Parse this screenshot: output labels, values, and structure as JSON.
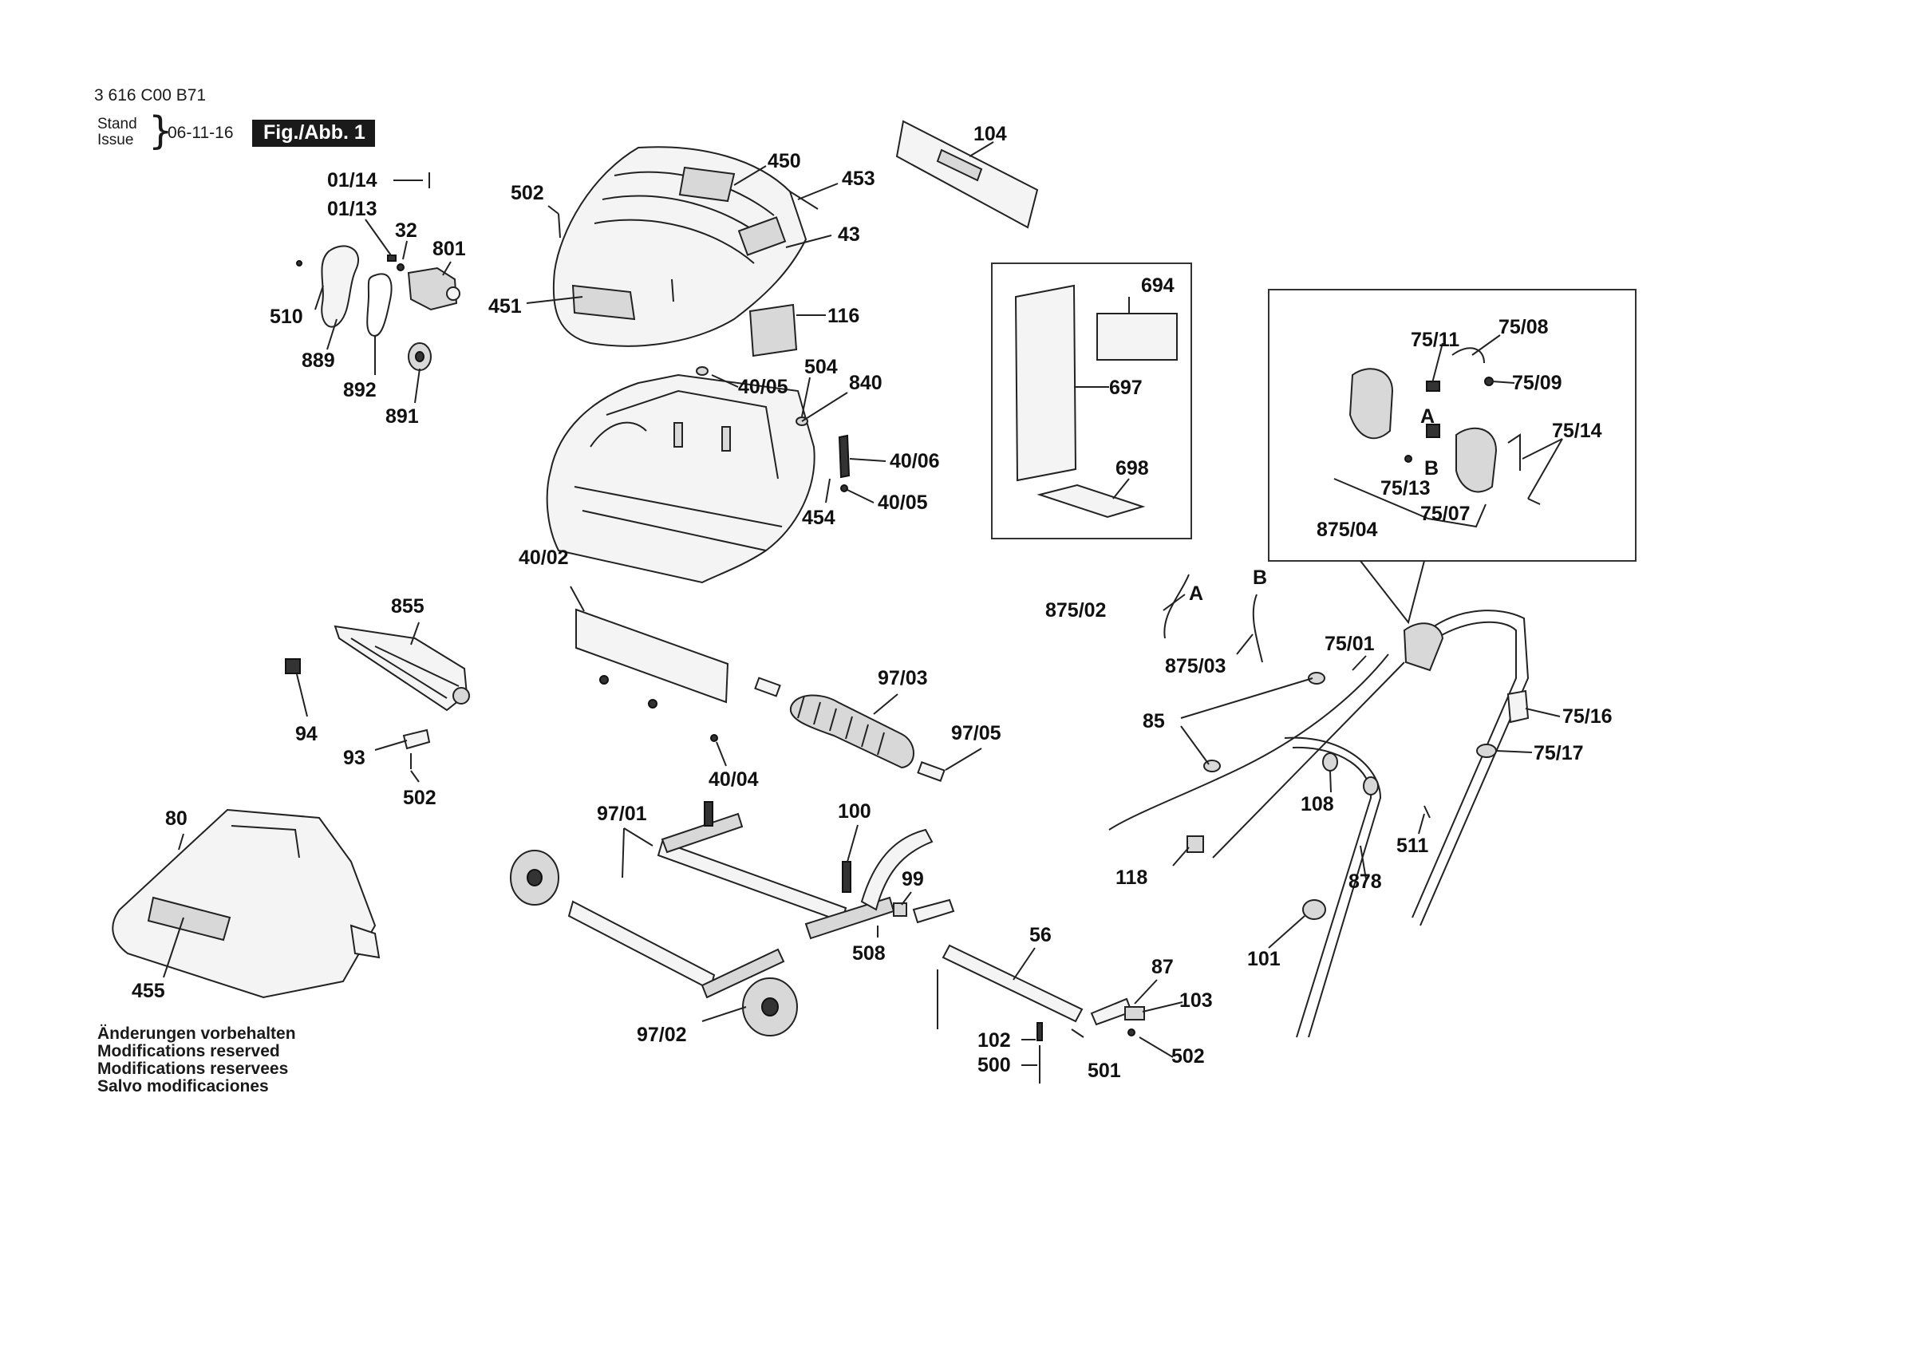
{
  "header": {
    "doc_number": "3 616 C00 B71",
    "stand_label": "Stand",
    "issue_label": "Issue",
    "brace": "}",
    "issue_date": "06-11-16",
    "figure_badge": "Fig./Abb. 1"
  },
  "notices": [
    "Änderungen vorbehalten",
    "Modifications reserved",
    "Modifications reservees",
    "Salvo modificaciones"
  ],
  "part_labels": {
    "p01_14": "01/14",
    "p01_13": "01/13",
    "p32": "32",
    "p801": "801",
    "p510": "510",
    "p889": "889",
    "p892": "892",
    "p891": "891",
    "p502_top": "502",
    "p450": "450",
    "p453": "453",
    "p43": "43",
    "p451": "451",
    "p116": "116",
    "p104": "104",
    "p694": "694",
    "p697": "697",
    "p698": "698",
    "p40_05_a": "40/05",
    "p504": "504",
    "p840": "840",
    "p40_06": "40/06",
    "p40_05_b": "40/05",
    "p454": "454",
    "p40_02": "40/02",
    "p855": "855",
    "p94": "94",
    "p93": "93",
    "p502_left": "502",
    "p97_03": "97/03",
    "p97_05": "97/05",
    "p40_04": "40/04",
    "p80": "80",
    "p455": "455",
    "p97_01": "97/01",
    "p100": "100",
    "p99": "99",
    "p508": "508",
    "p97_02": "97/02",
    "p56": "56",
    "p87": "87",
    "p103": "103",
    "p102": "102",
    "p500": "500",
    "p501": "501",
    "p502_bottom": "502",
    "p75_11": "75/11",
    "p75_08": "75/08",
    "p75_09": "75/09",
    "p75_14": "75/14",
    "pA_inset": "A",
    "pB_inset": "B",
    "p75_13": "75/13",
    "p75_07": "75/07",
    "p875_04": "875/04",
    "p875_02": "875/02",
    "pA": "A",
    "pB": "B",
    "p875_03": "875/03",
    "p75_01": "75/01",
    "p85": "85",
    "p75_16": "75/16",
    "p75_17": "75/17",
    "p108": "108",
    "p511": "511",
    "p118": "118",
    "p878": "878",
    "p101": "101"
  }
}
